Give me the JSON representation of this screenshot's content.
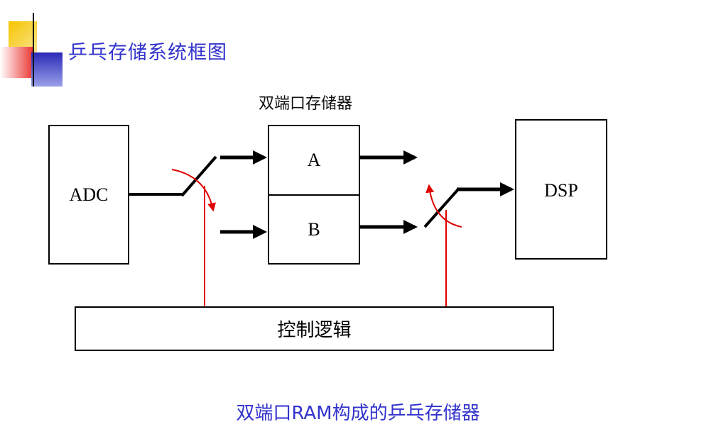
{
  "slide": {
    "title": "乒乓存储系统框图",
    "caption": "双端口RAM构成的乒乓存储器"
  },
  "diagram": {
    "dual_port_label": "双端口存储器",
    "adc_label": "ADC",
    "port_a_label": "A",
    "port_b_label": "B",
    "dsp_label": "DSP",
    "control_label": "控制逻辑"
  },
  "colors": {
    "accent_yellow": "#f7d21b",
    "accent_red": "#e8312f",
    "accent_blue": "#2e2ab4",
    "title_text": "#3333cc",
    "control_line": "#e00000"
  }
}
